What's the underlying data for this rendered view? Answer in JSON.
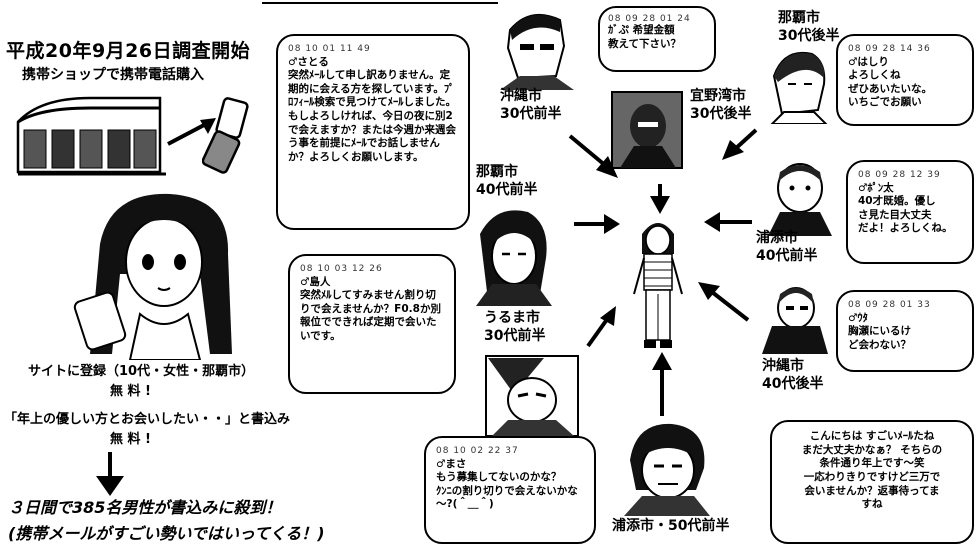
{
  "left": {
    "title": "平成20年9月26日調査開始",
    "subtitle": "携帯ショップで携帯電話購入",
    "register": "サイトに登録（10代・女性・那覇市）",
    "free1": "無 料 !",
    "post": "「年上の優しい方とお会いしたい・・」と書込み",
    "free2": "無 料 !",
    "result1": "３日間で385名男性が書込みに殺到！",
    "result2": "(携帯メールがすごい勢いではいってくる！)"
  },
  "people": [
    {
      "id": "okinawa30a",
      "label": "沖縄市\n30代前半"
    },
    {
      "id": "ginowan30b",
      "label": "宜野湾市\n30代後半"
    },
    {
      "id": "naha30b",
      "label": "那覇市\n30代後半"
    },
    {
      "id": "naha40a",
      "label": "那覇市\n40代前半"
    },
    {
      "id": "urasoe40a",
      "label": "浦添市\n40代前半"
    },
    {
      "id": "uruma30a",
      "label": "うるま市\n30代前半"
    },
    {
      "id": "okinawa40b",
      "label": "沖縄市\n40代後半"
    },
    {
      "id": "urasoe50",
      "label": "浦添市・50代前半"
    }
  ],
  "bubbles": [
    {
      "id": "satoru",
      "ts": "08 10 01 11 49",
      "name": "♂さとる",
      "text": "突然ﾒｰﾙして申し訳ありません。定期的に会える方を探しています。ﾌﾟﾛﾌｨｰﾙ検索で見つけてﾒｰﾙしました。もしよろしければ、今日の夜に別2で会えますか？または今週か来週会う事を前提にﾒｰﾙでお話しませんか？よろしくお願いします。"
    },
    {
      "id": "ginowan",
      "ts": "08 09 28 01 24",
      "name": "",
      "text": "ｶﾞぷ 希望金額\n教えて下さい？"
    },
    {
      "id": "hashiri",
      "ts": "08 09 28 14 36",
      "name": "♂はしり",
      "text": "よろしくね\nぜひあいたいな。\nいちごでお願い"
    },
    {
      "id": "pon",
      "ts": "08 09 28 12 39",
      "name": "♂ﾎﾟﾝ太",
      "text": "40才既婚。優し\nさ見た目大丈夫\nだよ！よろしくね。"
    },
    {
      "id": "shimaju",
      "ts": "08 10 03 12 26",
      "name": "♂島人",
      "text": "突然ﾒﾙしてすみません割り切りで会えませんか？F0.8か別報位でできれば定期で会いたいです。"
    },
    {
      "id": "uta",
      "ts": "08 09 28 01 33",
      "name": "♂ｳﾀ",
      "text": "胸瀬にいるけ\nど会わない？"
    },
    {
      "id": "masa",
      "ts": "08 10 02 22 37",
      "name": "♂まさ",
      "text": "もう募集してないのかな？\nｸﾝﾆの割り切りで会えないかな～?(＾＿＾)"
    },
    {
      "id": "urasoe",
      "ts": "",
      "name": "",
      "text": "こんにちは すごいﾒｰﾙたね\nまだ大丈夫かなぁ？ そちらの\n条件通り年上です～笑\n一応わりきりですけど三万で\n会いませんか？返事待ってま\nすね"
    }
  ],
  "colors": {
    "ink": "#000000",
    "paper": "#ffffff",
    "shade": "#444444"
  }
}
